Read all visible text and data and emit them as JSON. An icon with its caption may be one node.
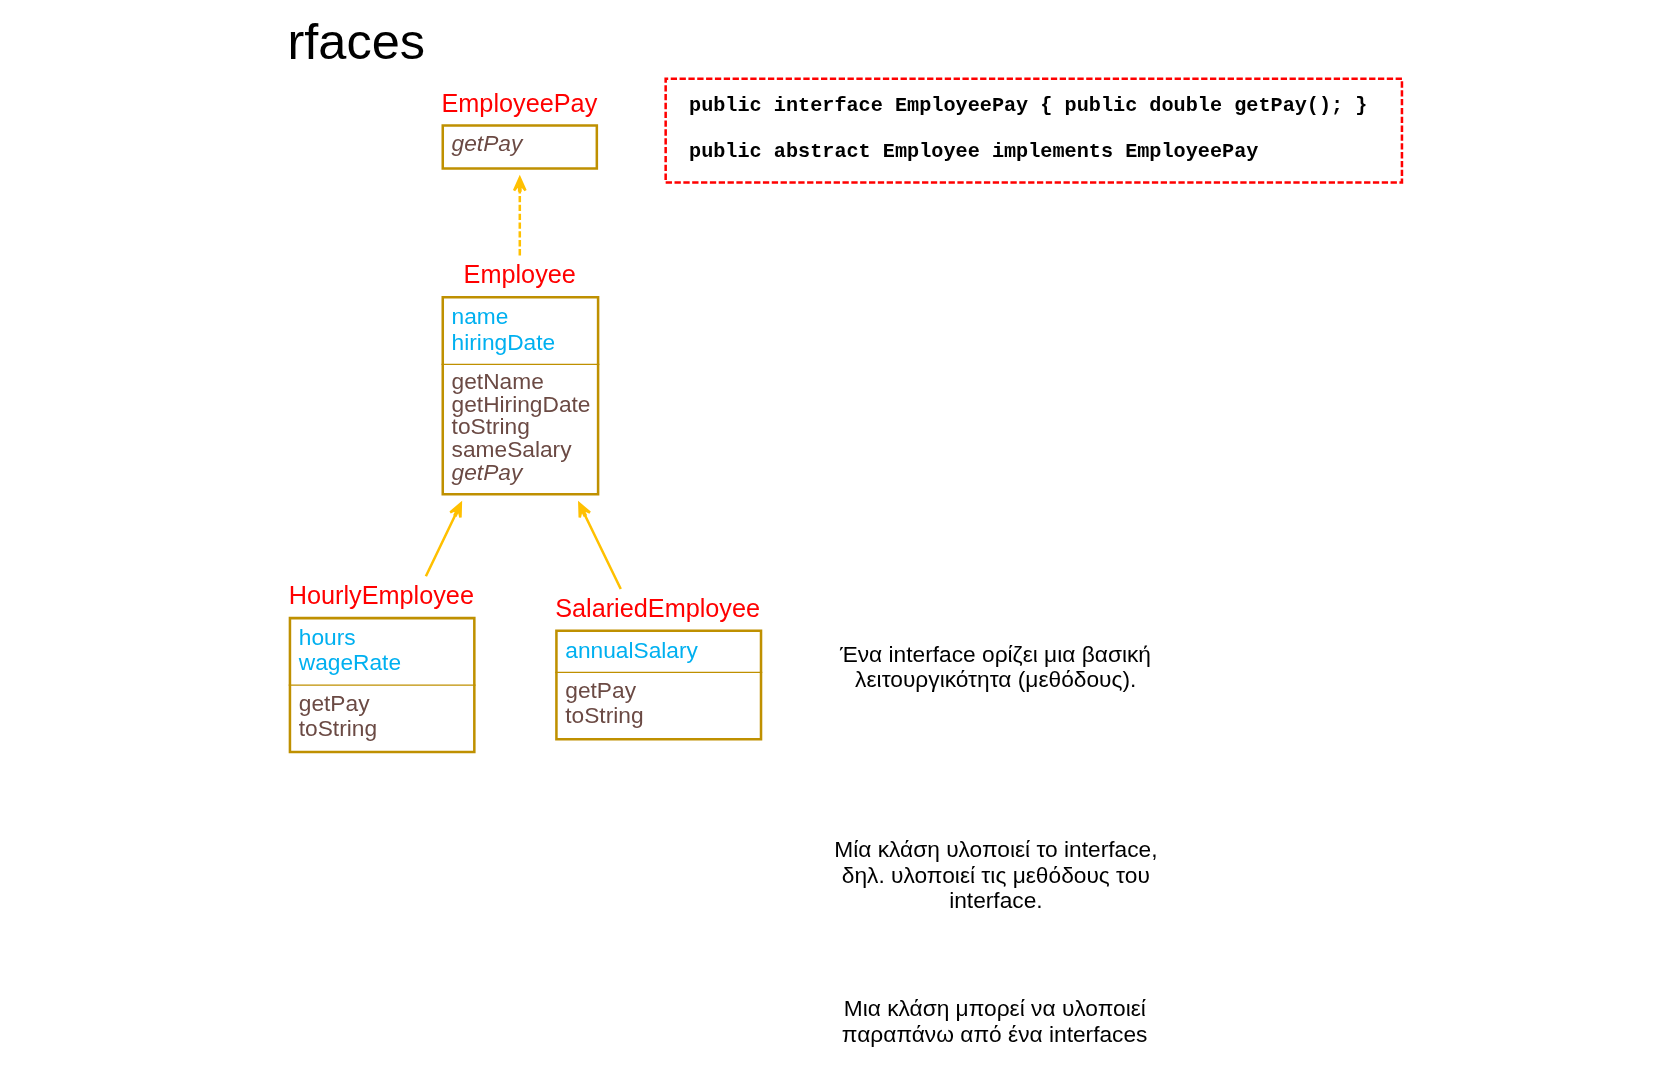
{
  "diagram": {
    "title": "rfaces",
    "nodes": [
      {
        "text": [
          "EmployeePay",
          "getPay"
        ]
      },
      {
        "text": [
          "Employee",
          "name hiringDate",
          "getName getHiringDate toString sameSalary getPay"
        ]
      },
      {
        "text": [
          "HourlyEmployee",
          "hours wageRate",
          "getPay toString"
        ]
      },
      {
        "text": [
          "SalariedEmployee",
          "annualSalary",
          "getPay toString"
        ]
      },
      {
        "text": [
          "public interface EmployeePay { public double getPay(); }",
          "public abstract Employee implements EmployeePay"
        ]
      }
    ],
    "edges": [
      {
        "from": 1,
        "to": 0,
        "arrow": "to",
        "style": "dashed"
      },
      {
        "from": 2,
        "to": 1,
        "arrow": "to"
      },
      {
        "from": 3,
        "to": 1,
        "arrow": "to"
      }
    ],
    "labels": [
      "Ένα interface ορίζει μια βασική λειτουργικότητα (μεθόδους).",
      "Μία κλάση υλοποιεί το interface, δηλ. υλοποιεί τις μεθόδους του interface.",
      "Μια κλάση μπορεί να υλοποιεί παραπάνω από ένα interfaces"
    ]
  }
}
